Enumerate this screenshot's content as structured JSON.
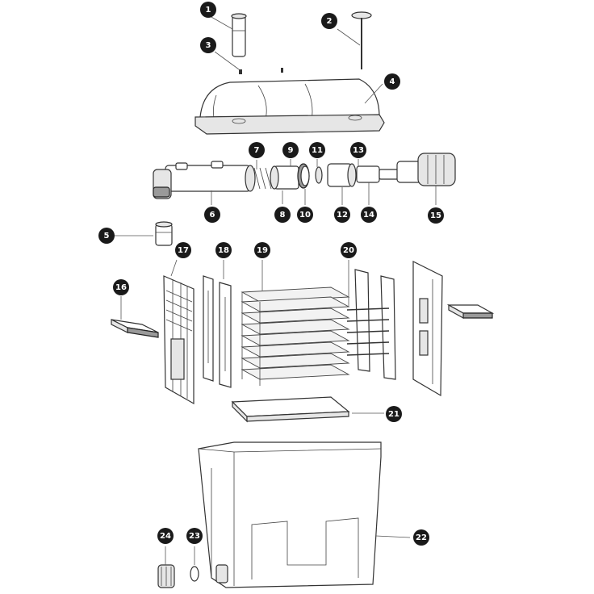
{
  "callouts": [
    {
      "id": 1,
      "label": "1"
    },
    {
      "id": 2,
      "label": "2"
    },
    {
      "id": 3,
      "label": "3"
    },
    {
      "id": 4,
      "label": "4"
    },
    {
      "id": 5,
      "label": "5"
    },
    {
      "id": 6,
      "label": "6"
    },
    {
      "id": 7,
      "label": "7"
    },
    {
      "id": 8,
      "label": "8"
    },
    {
      "id": 9,
      "label": "9"
    },
    {
      "id": 10,
      "label": "10"
    },
    {
      "id": 11,
      "label": "11"
    },
    {
      "id": 12,
      "label": "12"
    },
    {
      "id": 13,
      "label": "13"
    },
    {
      "id": 14,
      "label": "14"
    },
    {
      "id": 15,
      "label": "15"
    },
    {
      "id": 16,
      "label": "16"
    },
    {
      "id": 17,
      "label": "17"
    },
    {
      "id": 18,
      "label": "18"
    },
    {
      "id": 19,
      "label": "19"
    },
    {
      "id": 20,
      "label": "20"
    },
    {
      "id": 21,
      "label": "21"
    },
    {
      "id": 22,
      "label": "22"
    },
    {
      "id": 23,
      "label": "23"
    },
    {
      "id": 24,
      "label": "24"
    }
  ],
  "colors": {
    "background": "#ffffff",
    "line": "#333333",
    "callout_fill": "#1a1a1a",
    "callout_text": "#ffffff"
  }
}
